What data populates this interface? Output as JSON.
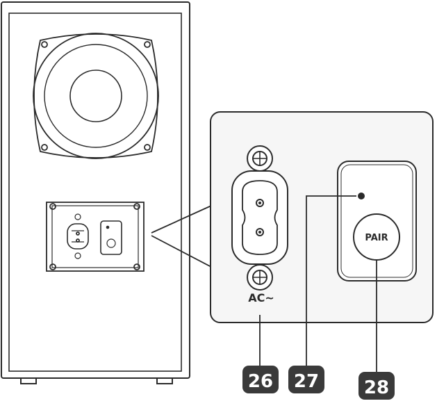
{
  "labels": {
    "ac": "AC~",
    "pair": "PAIR"
  },
  "callouts": [
    {
      "number": "26"
    },
    {
      "number": "27"
    },
    {
      "number": "28"
    }
  ],
  "colors": {
    "line": "#2a2a2a",
    "badge_bg": "#3a3a3a",
    "badge_text": "#ffffff",
    "panel_fill": "#f6f6f6"
  }
}
